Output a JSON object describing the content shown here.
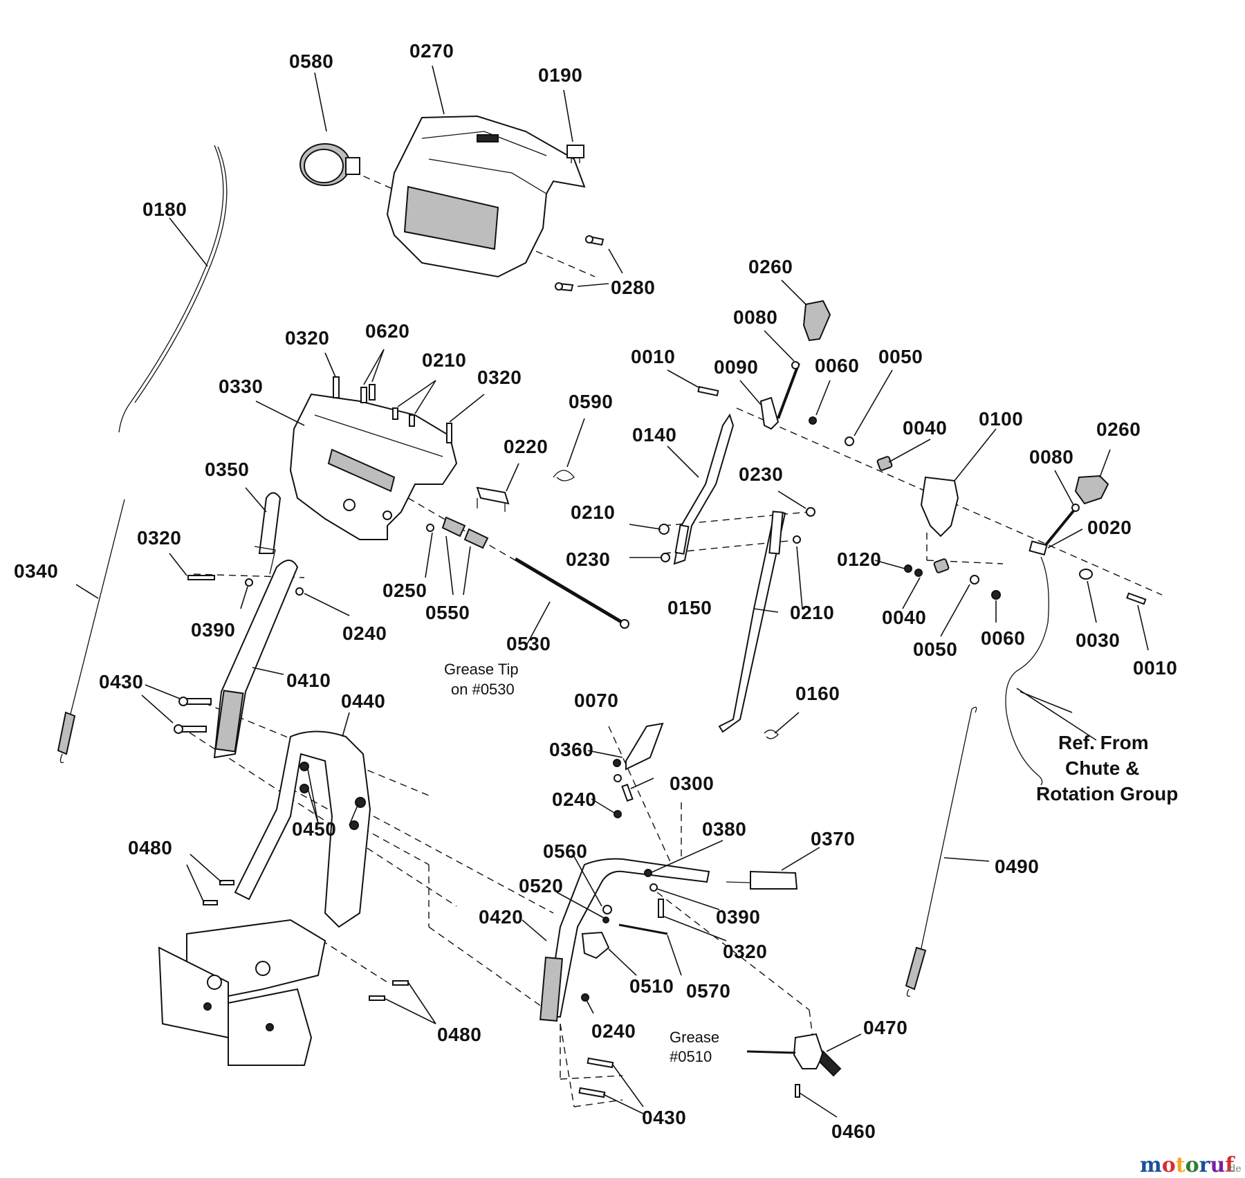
{
  "labels": {
    "l0580": "0580",
    "l0270": "0270",
    "l0190": "0190",
    "l0180": "0180",
    "l0280": "0280",
    "l0260a": "0260",
    "l0080a": "0080",
    "l0010a": "0010",
    "l0090": "0090",
    "l0060a": "0060",
    "l0050a": "0050",
    "l0320a": "0320",
    "l0620": "0620",
    "l0210a": "0210",
    "l0320b": "0320",
    "l0330": "0330",
    "l0590": "0590",
    "l0140": "0140",
    "l0040a": "0040",
    "l0100": "0100",
    "l0260b": "0260",
    "l0080b": "0080",
    "l0220": "0220",
    "l0350": "0350",
    "l0230a": "0230",
    "l0210b": "0210",
    "l0020": "0020",
    "l0320c": "0320",
    "l0340": "0340",
    "l0230b": "0230",
    "l0120": "0120",
    "l0250": "0250",
    "l0550": "0550",
    "l0390a": "0390",
    "l0240a": "0240",
    "l0150": "0150",
    "l0210c": "0210",
    "l0040b": "0040",
    "l0050b": "0050",
    "l0060b": "0060",
    "l0030": "0030",
    "l0010b": "0010",
    "l0530": "0530",
    "l0410": "0410",
    "l0430a": "0430",
    "l0440": "0440",
    "l0070": "0070",
    "l0160": "0160",
    "l0360": "0360",
    "l0300": "0300",
    "l0240b": "0240",
    "l0450": "0450",
    "l0380": "0380",
    "l0370": "0370",
    "l0560": "0560",
    "l0480a": "0480",
    "l0520": "0520",
    "l0390b": "0390",
    "l0420": "0420",
    "l0490": "0490",
    "l0320d": "0320",
    "l0510": "0510",
    "l0570": "0570",
    "l0240c": "0240",
    "l0480b": "0480",
    "l0470": "0470",
    "l0430b": "0430",
    "l0460": "0460"
  },
  "notes": {
    "grease_tip_line1": "Grease Tip",
    "grease_tip_line2": "on #0530",
    "grease_line1": "Grease",
    "grease_line2": "#0510",
    "ref_line1": "Ref. From",
    "ref_line2": "Chute &",
    "ref_line3": "Rotation Group"
  },
  "watermark": {
    "brand": "motoruf",
    "suffix": ".de"
  },
  "colors": {
    "ink": "#111111",
    "watermark_m": "#1b4f9c",
    "watermark_o1": "#d32f2f",
    "watermark_t": "#f5a623",
    "watermark_o2": "#2e7d32",
    "watermark_r": "#1b4f9c",
    "watermark_u": "#7b1fa2",
    "watermark_f": "#d32f2f"
  }
}
